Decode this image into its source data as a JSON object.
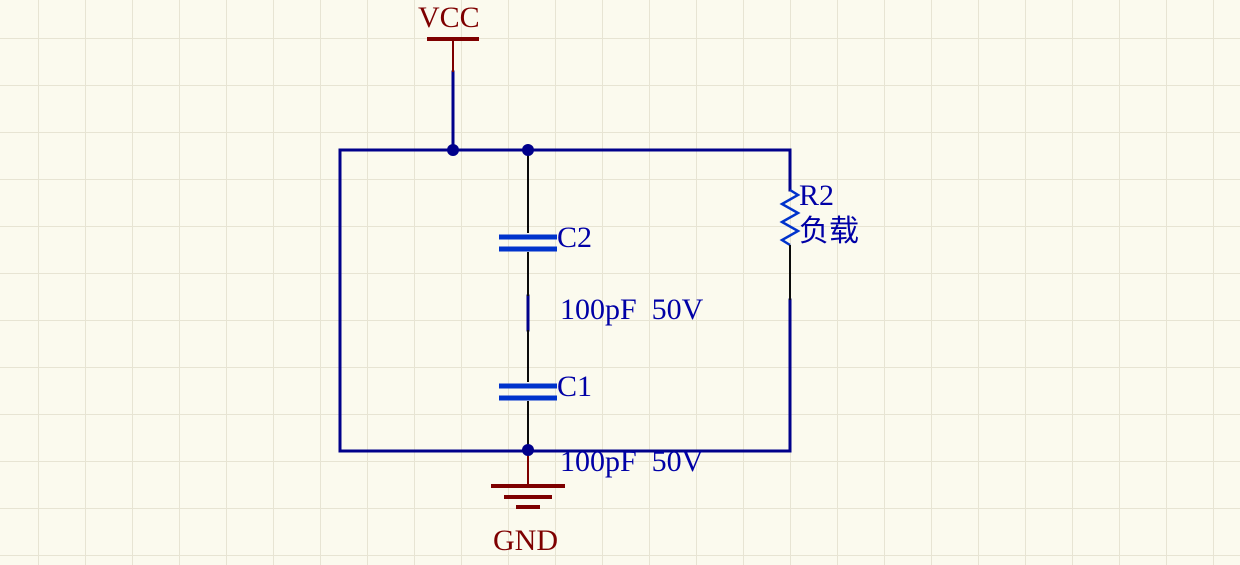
{
  "canvas": {
    "colors": {
      "background": "#FBFAEE",
      "grid": "#E7E4D3",
      "wire": "#00008B",
      "lead": "#0A0A0A",
      "symbol": "#0033CC",
      "power": "#7E0000",
      "label": "#0000A6"
    }
  },
  "power_ports": {
    "vcc": {
      "label": "VCC"
    },
    "gnd": {
      "label": "GND"
    }
  },
  "components": {
    "c2": {
      "designator": "C2",
      "value": "100pF  50V"
    },
    "c1": {
      "designator": "C1",
      "value": "100pF  50V"
    },
    "r2": {
      "designator": "R2",
      "comment": "负载"
    }
  }
}
